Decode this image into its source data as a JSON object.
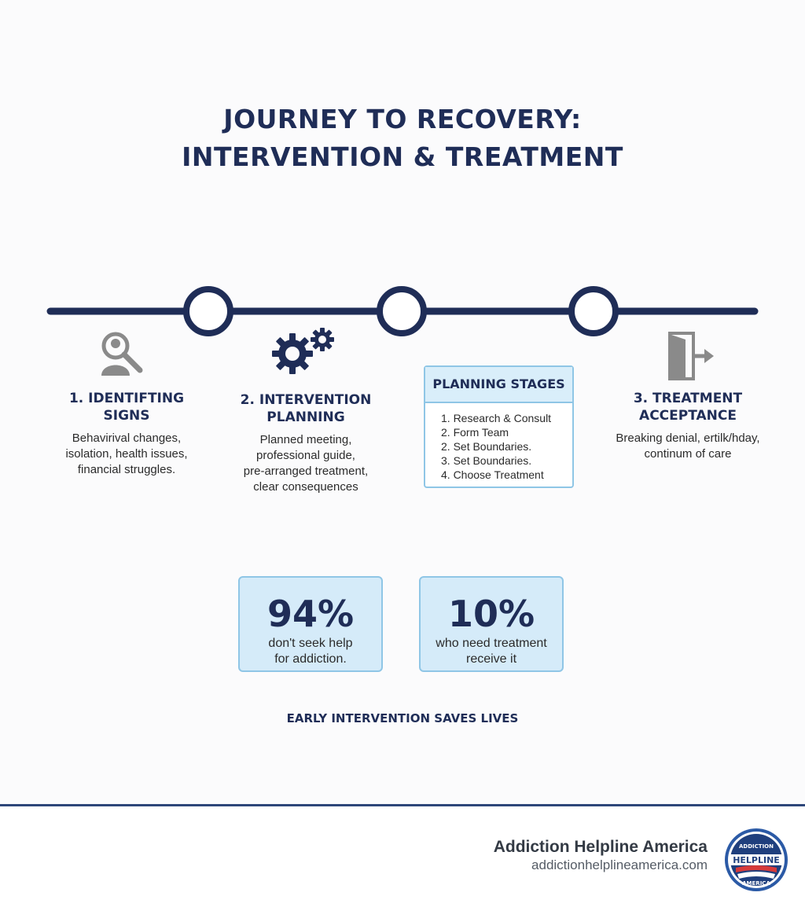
{
  "title": {
    "line1": "JOURNEY TO RECOVERY:",
    "line2": "INTERVENTION & TREATMENT"
  },
  "steps": [
    {
      "icon": "magnifier-person-icon",
      "title": "1. IDENTIFTING\nSIGNS",
      "description": "Behavirival changes,\nisolation, health issues,\nfinancial struggles."
    },
    {
      "icon": "gears-icon",
      "title": "2. INTERVENTION\nPLANNING",
      "description": "Planned meeting,\nprofessional guide,\npre-arranged treatment,\nclear consequences"
    },
    {
      "icon": "door-exit-icon",
      "title": "3. TREATMENT\nACCEPTANCE",
      "description": "Breaking denial, ertilk/hday,\ncontinum of care"
    }
  ],
  "planning_stages": {
    "heading": "PLANNING STAGES",
    "items": [
      "1. Research & Consult",
      "2. Form Team",
      "2. Set Boundaries.",
      "3. Set Boundaries.",
      "4. Choose Treatment"
    ]
  },
  "stats": [
    {
      "value": "94%",
      "label": "don't seek help\nfor addiction."
    },
    {
      "value": "10%",
      "label": "who need treatment\nreceive it"
    }
  ],
  "tagline": "EARLY INTERVENTION SAVES LIVES",
  "footer": {
    "brand": "Addiction Helpline America",
    "url": "addictionhelplineamerica.com",
    "badge_text": "HELPLINE",
    "badge_top": "ADDICTION",
    "badge_bottom": "AMERICA"
  },
  "colors": {
    "navy": "#1f2d57",
    "light_blue": "#d5ebf9",
    "blue_border": "#8fc6e6",
    "icon_gray": "#8a8a8a"
  }
}
